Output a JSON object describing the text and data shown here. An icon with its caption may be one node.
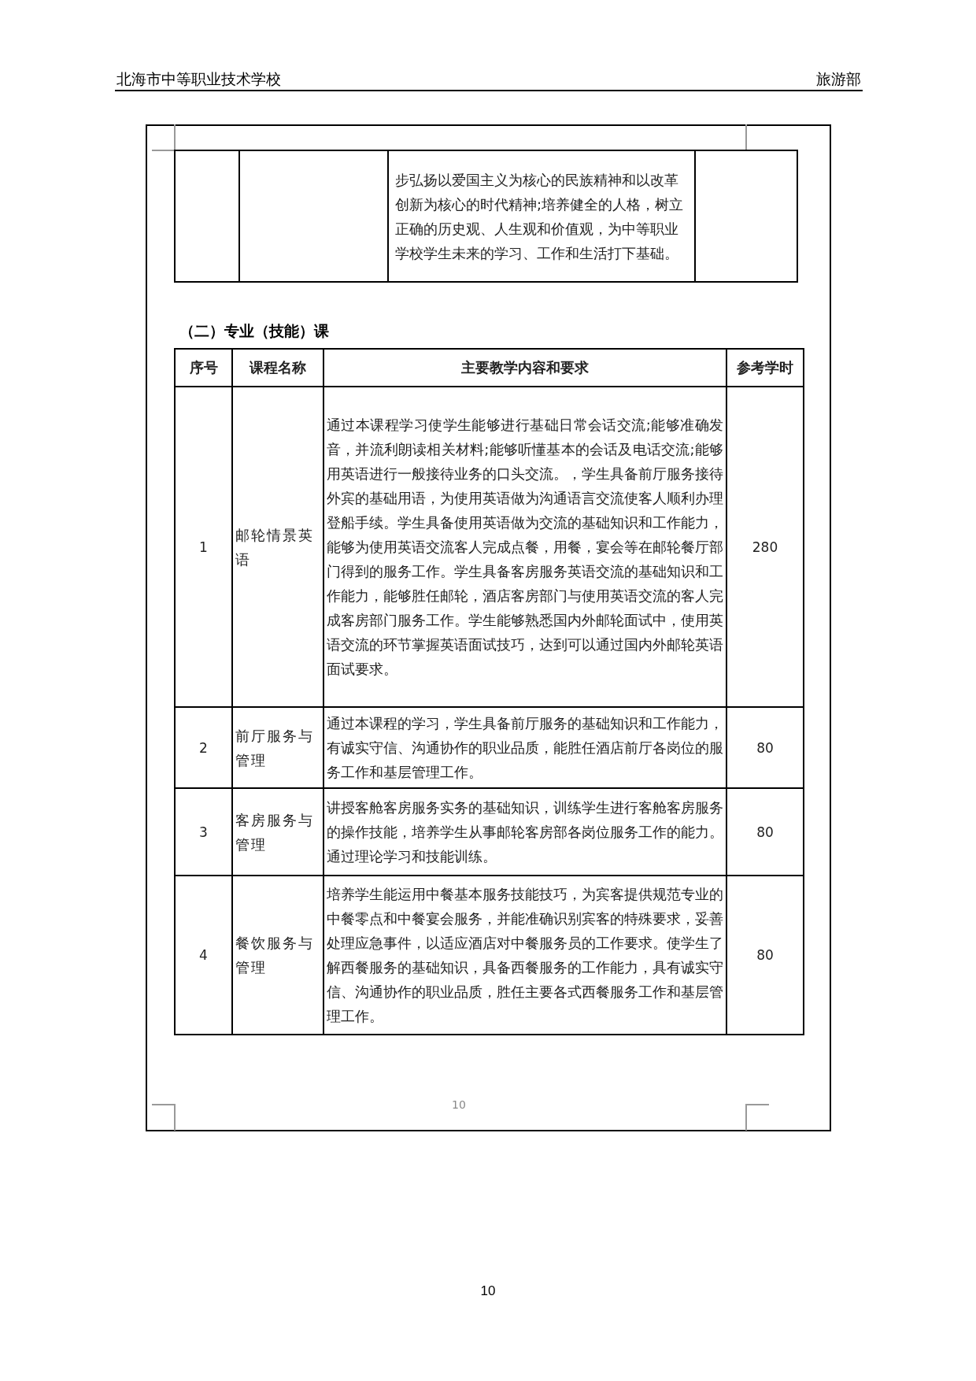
{
  "diagram": {
    "labels": [
      "北海市中等职业技术学校",
      "旅游部",
      "步弘扬以爱国主义为核心的民族精神和以改革创新为核心的时代精神;培养健全的人格，树立正确的历史观、人生观和价值观，为中等职业学校学生未来的学习、工作和生活打下基础。",
      "（二）专业（技能）课",
      "序号",
      "课程名称",
      "主要教学内容和要求",
      "参考学时",
      "1",
      "邮轮情景英语",
      "通过本课程学习使学生能够进行基础日常会话交流;能够准确发音，并流利朗读相关材料;能够听懂基本的会话及电话交流;能够用英语进行一般接待业务的口头交流。，学生具备前厅服务接待外宾的基础用语，为使用英语做为沟通语言交流使客人顺利办理登船手续。学生具备使用英语做为交流的基础知识和工作能力，能够为使用英语交流客人完成点餐，用餐，宴会等在邮轮餐厅部门得到的服务工作。学生具备客房服务英语交流的基础知识和工作能力，能够胜任邮轮，酒店客房部门与使用英语交流的客人完成客房部门服务工作。学生能够熟悉国内外邮轮面试中，使用英语交流的环节掌握英语面试技巧，达到可以通过国内外邮轮英语面试要求。",
      "280",
      "2",
      "前厅服务与管理",
      "通过本课程的学习，学生具备前厅服务的基础知识和工作能力，有诚实守信、沟通协作的职业品质，能胜任酒店前厅各岗位的服务工作和基层管理工作。",
      "80",
      "3",
      "客房服务与管理",
      "讲授客舱客房服务实务的基础知识，训练学生进行客舱客房服务的操作技能，培养学生从事邮轮客房部各岗位服务工作的能力。通过理论学习和技能训练。",
      "80",
      "4",
      "餐饮服务与管理",
      "培养学生能运用中餐基本服务技能技巧，为宾客提供规范专业的中餐零点和中餐宴会服务，并能准确识别宾客的特殊要求，妥善处理应急事件，以适应酒店对中餐服务员的工作要求。使学生了解西餐服务的基础知识，具备西餐服务的工作能力，具有诚实守信、沟通协作的职业品质，胜任主要各式西餐服务工作和基层管理工作。",
      "80",
      "10",
      "10"
    ]
  }
}
